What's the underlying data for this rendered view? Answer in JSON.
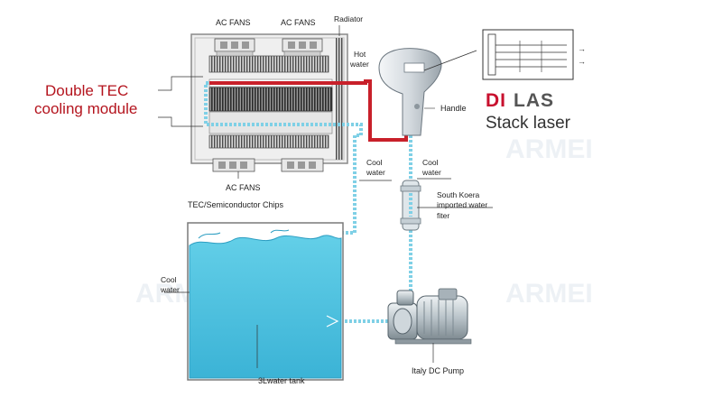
{
  "labels": {
    "ac_fans_top_left": "AC FANS",
    "ac_fans_top_right": "AC FANS",
    "radiator": "Radiator",
    "hot_water_line1": "Hot",
    "hot_water_line2": "water",
    "double_tec_line1": "Double TEC",
    "double_tec_line2": "cooling module",
    "brand_di": "DI",
    "brand_las": "LAS",
    "stack_laser": "Stack laser",
    "handle": "Handle",
    "ac_fans_bottom": "AC FANS",
    "tec_chips": "TEC/Semiconductor Chips",
    "cool_water_center_line1": "Cool",
    "cool_water_center_line2": "water",
    "cool_water_right_line1": "Cool",
    "cool_water_right_line2": "water",
    "filter_line1": "South Koera",
    "filter_line2": "imported water",
    "filter_line3": "fiter",
    "cool_water_tank_line1": "Cool",
    "cool_water_tank_line2": "water",
    "water_tank": "3Lwater tank",
    "pump": "Italy DC Pump"
  },
  "colors": {
    "hot_pipe": "#c8202a",
    "cool_pipe": "#7fd0e6",
    "water": "#4fc3e0",
    "brand_red": "#c8102e",
    "annotation_red": "#b4141e"
  },
  "icons": {
    "laser_stack": "laser-stack-icon",
    "handpiece": "handpiece-icon",
    "filter": "filter-icon",
    "pump": "pump-icon",
    "fan": "fan-icon",
    "radiator": "radiator-icon"
  }
}
